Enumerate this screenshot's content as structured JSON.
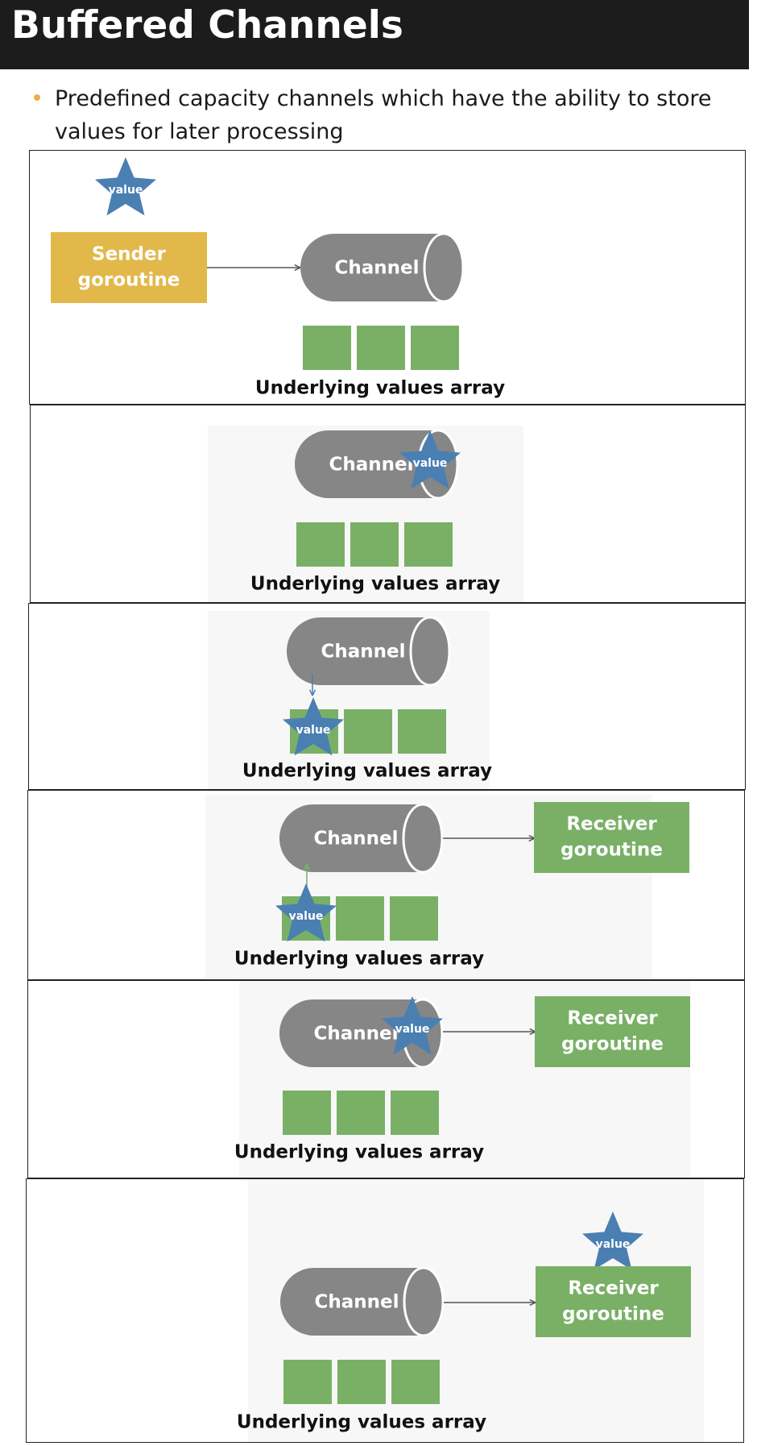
{
  "header": {
    "title": "Buffered Channels"
  },
  "bullet": {
    "text": "Predefined capacity channels which have the ability to store values for later processing"
  },
  "labels": {
    "channel": "Channel",
    "sender_line1": "Sender",
    "sender_line2": "goroutine",
    "receiver_line1": "Receiver",
    "receiver_line2": "goroutine",
    "array": "Underlying values array",
    "value": "value"
  },
  "colors": {
    "header_bg": "#1c1c1c",
    "bullet": "#e8b24a",
    "sender": "#e3b84a",
    "receiver": "#79b066",
    "cell": "#79b066",
    "channel": "#868686",
    "star": "#4a7fb2",
    "arrow": "#555555"
  },
  "steps": [
    {
      "step": 1,
      "description_shown": false,
      "value_at": "above-sender"
    },
    {
      "step": 2,
      "value_at": "channel-opening"
    },
    {
      "step": 3,
      "value_at": "array-cell-1"
    },
    {
      "step": 4,
      "value_at": "array-cell-1-moving-up"
    },
    {
      "step": 5,
      "value_at": "channel-exit"
    },
    {
      "step": 6,
      "value_at": "above-receiver"
    }
  ]
}
